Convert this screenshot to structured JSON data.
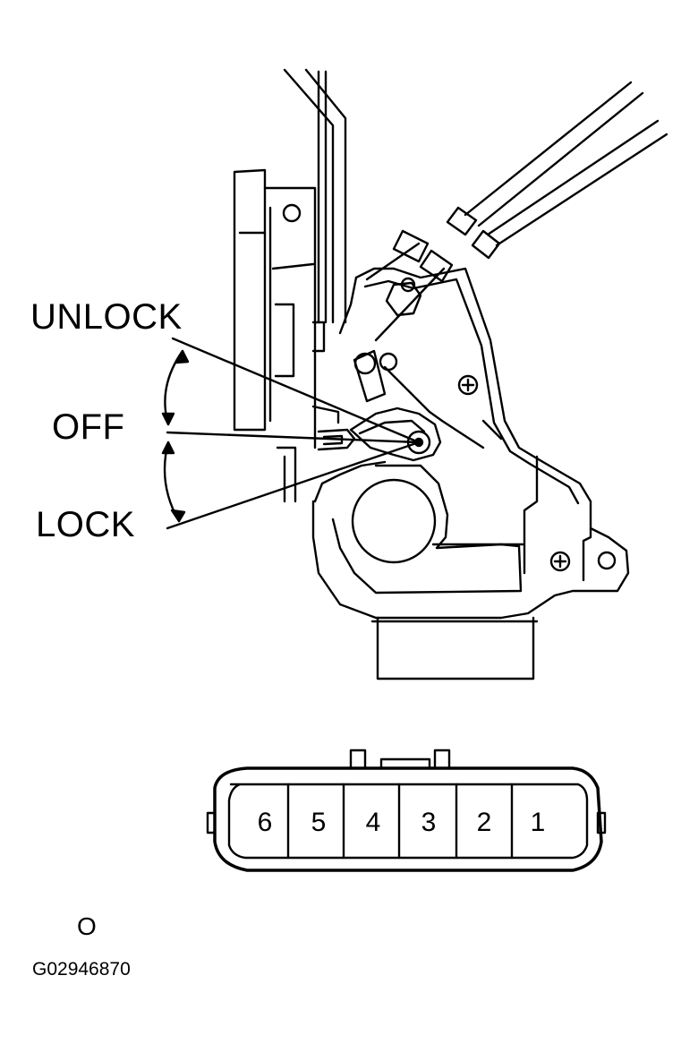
{
  "switch_positions": {
    "unlock": "UNLOCK",
    "off": "OFF",
    "lock": "LOCK"
  },
  "connector": {
    "pins": [
      "6",
      "5",
      "4",
      "3",
      "2",
      "1"
    ]
  },
  "marker": "O",
  "figure_id": "G02946870"
}
